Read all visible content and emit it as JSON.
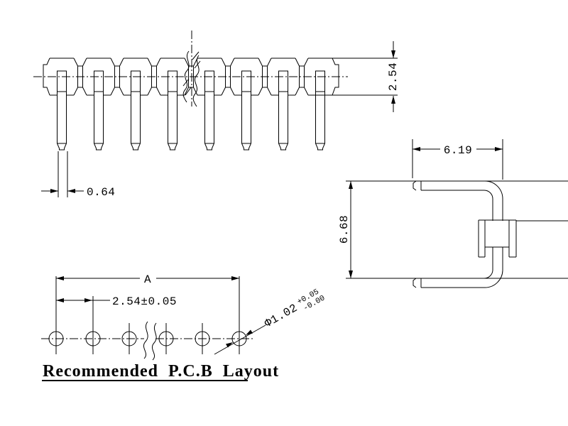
{
  "drawing": {
    "title": "Recommended P.C.B Layout",
    "front_view": {
      "pin_count": 8,
      "pitch_dim": "2.54",
      "pin_width_dim": "0.64"
    },
    "side_view": {
      "width_dim": "6.19",
      "height_dim": "6.68"
    },
    "pcb_layout": {
      "hole_count": 6,
      "overall_dim": "A",
      "pitch_dim": "2.54±0.05",
      "hole_dia_dim": "Φ1.02",
      "hole_dia_tol_plus": "+0.05",
      "hole_dia_tol_minus": "-0.00"
    },
    "colors": {
      "line": "#000000",
      "background": "#ffffff"
    }
  }
}
